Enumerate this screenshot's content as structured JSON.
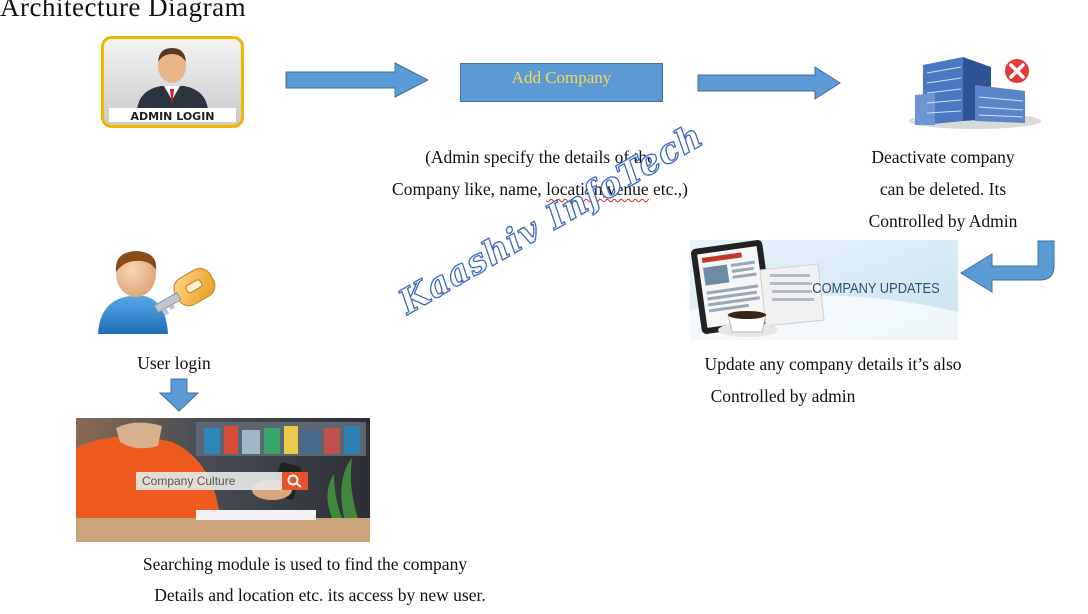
{
  "title": "Architecture Diagram",
  "admin_login": {
    "label": "ADMIN LOGIN"
  },
  "add_company": {
    "label": "Add Company"
  },
  "admin_caption": {
    "line1": "(Admin specify the details of the",
    "line2_a": "Company like, name, ",
    "line2_b": "location,venue",
    "line2_c": " etc.,)"
  },
  "deactivate_caption": {
    "line1": "Deactivate company",
    "line2": "can be deleted. Its",
    "line3": "Controlled by Admin"
  },
  "company_updates": {
    "label": "COMPANY UPDATES"
  },
  "update_caption": {
    "line1": "Update any company details it’s also",
    "line2": "Controlled by admin"
  },
  "user_login": {
    "label": "User login"
  },
  "search_image": {
    "label": "Company Culture"
  },
  "search_caption": {
    "line1": "Searching module is used to find the company",
    "line2": "Details and location etc. its access by new user."
  },
  "watermark": "Kaashiv InfoTech",
  "colors": {
    "arrow_fill": "#5b9bd5",
    "arrow_stroke": "#41719c",
    "add_company_text": "#ffd34d",
    "watermark_stroke": "#3d68c4"
  }
}
